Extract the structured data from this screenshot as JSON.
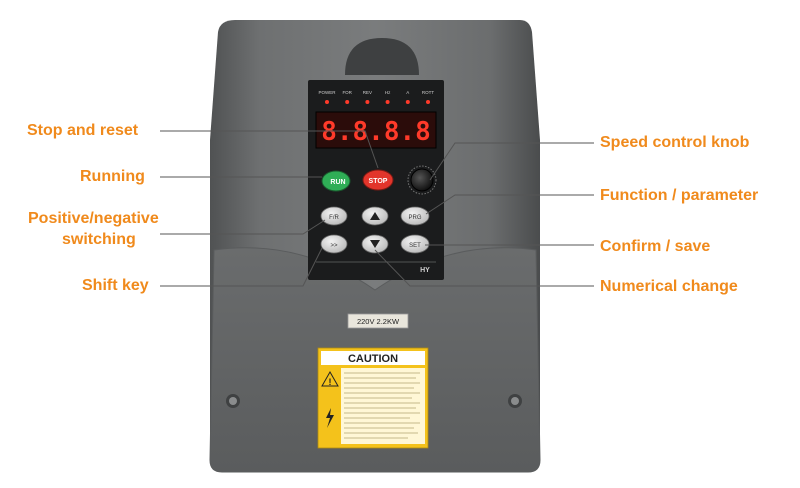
{
  "labels": {
    "stop_reset": "Stop and reset",
    "running": "Running",
    "pos_neg_line1": "Positive/negative",
    "pos_neg_line2": "switching",
    "shift_key": "Shift key",
    "speed_knob": "Speed control knob",
    "function_param": "Function / parameter",
    "confirm_save": "Confirm / save",
    "numerical_change": "Numerical change"
  },
  "panel": {
    "indicators": [
      "POWER",
      "FOR",
      "REV",
      "Hz",
      "A",
      "ROTT"
    ],
    "display": "8.8.8.8",
    "brand": "HY",
    "buttons": {
      "run": "RUN",
      "stop": "STOP",
      "fwd_rev": "F/R",
      "prog": "PRG",
      "shift": ">>",
      "set": "SET"
    }
  },
  "rating_plate": "220V 2.2KW",
  "caution": {
    "title": "CAUTION"
  },
  "colors": {
    "label": "#f08a1c",
    "body": "#6d6f70",
    "panel": "#1b1c1d",
    "led": "#ff3a2a",
    "caution_bg": "#f4c21b"
  }
}
